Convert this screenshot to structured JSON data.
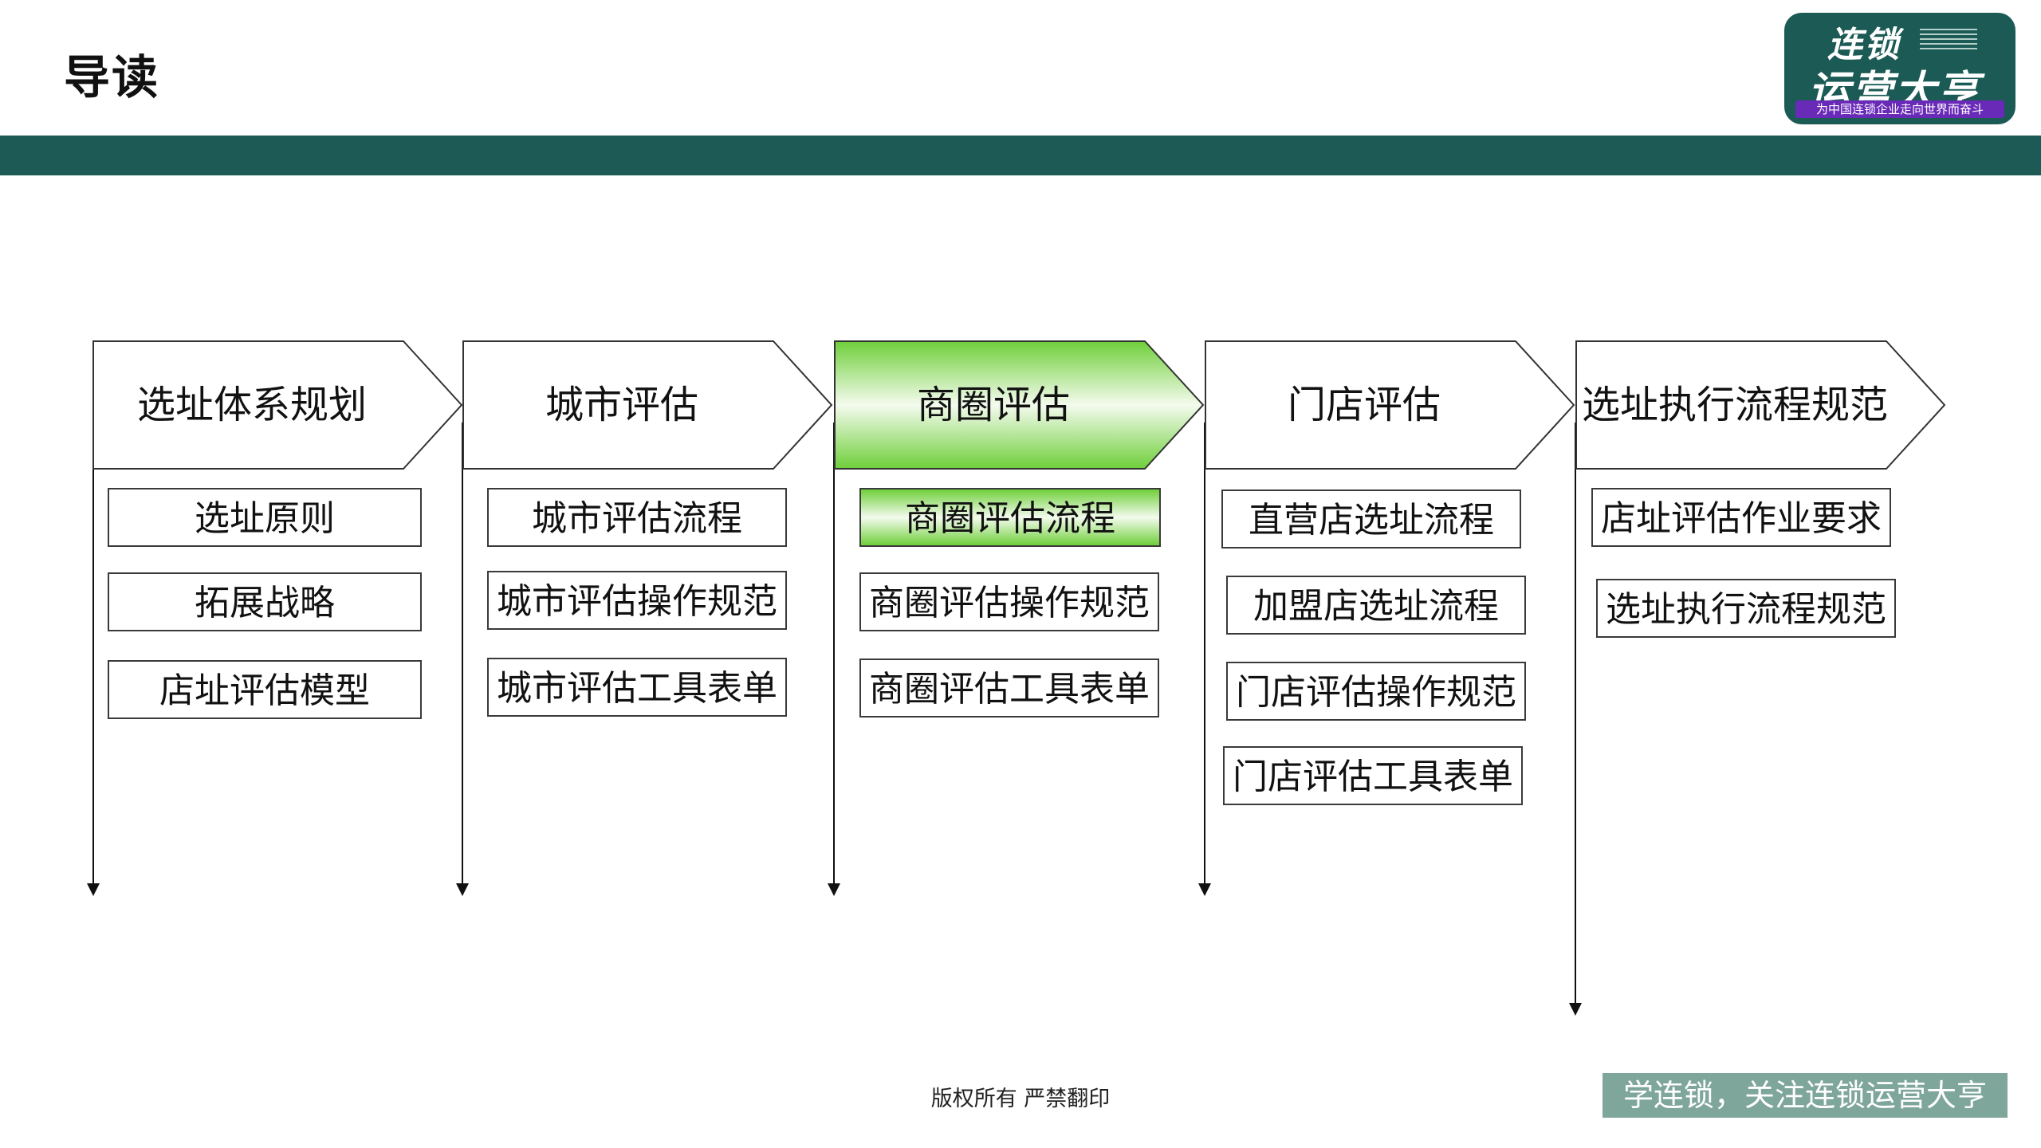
{
  "page": {
    "title": "导读"
  },
  "logo": {
    "line1": "连锁",
    "line2": "运营大亨",
    "slogan": "为中国连锁企业走向世界而奋斗"
  },
  "columns": [
    {
      "header": "选址体系规划",
      "highlighted": false,
      "items": [
        "选址原则",
        "拓展战略",
        "店址评估模型"
      ]
    },
    {
      "header": "城市评估",
      "highlighted": false,
      "items": [
        "城市评估流程",
        "城市评估操作规范",
        "城市评估工具表单"
      ]
    },
    {
      "header": "商圈评估",
      "highlighted": true,
      "items": [
        "商圈评估流程",
        "商圈评估操作规范",
        "商圈评估工具表单"
      ]
    },
    {
      "header": "门店评估",
      "highlighted": false,
      "items": [
        "直营店选址流程",
        "加盟店选址流程",
        "门店评估操作规范",
        "门店评估工具表单"
      ]
    },
    {
      "header": "选址执行流程规范",
      "highlighted": false,
      "items": [
        "店址评估作业要求",
        "选址执行流程规范"
      ]
    }
  ],
  "footer": {
    "copyright": "版权所有 严禁翻印",
    "banner": "学连锁，关注连锁运营大亨"
  },
  "colors": {
    "band": "#1d5a55",
    "highlight_green": "#6fcf3a",
    "banner_bg": "#7fa69b",
    "logo_bg": "#1b5a55",
    "logo_slogan_bg": "#6a2ab8"
  }
}
